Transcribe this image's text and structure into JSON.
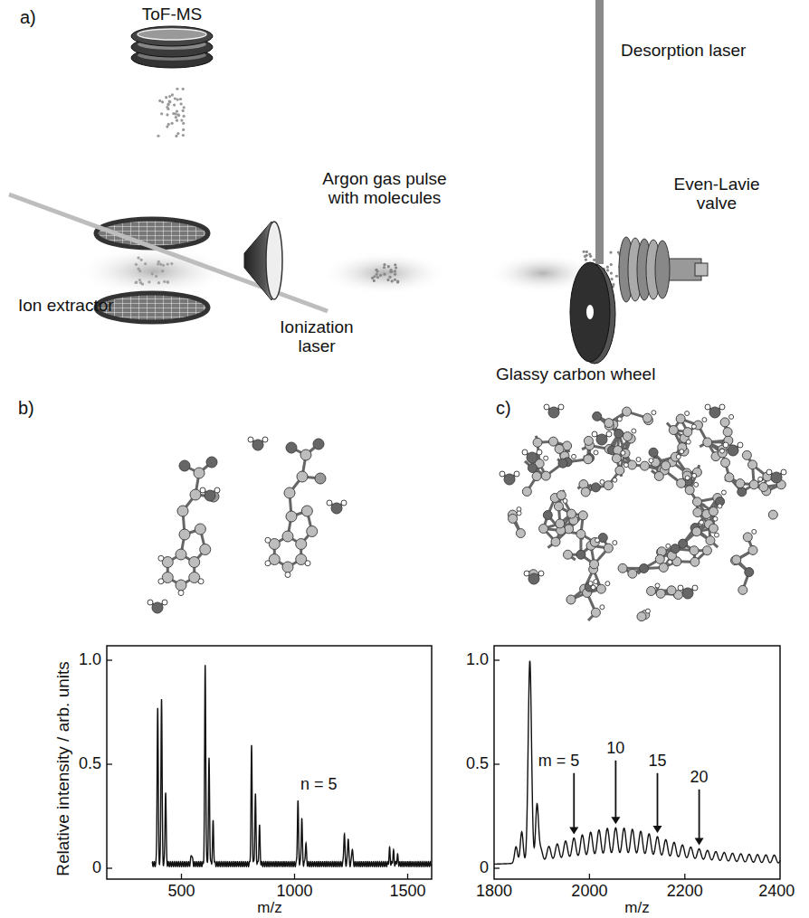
{
  "diagram": {
    "labels": [
      "a)",
      "ToF-MS",
      "Desorption laser",
      "Argon gas pulse with molecules",
      "Even-Lavie valve",
      "Ion extractor",
      "Ionization laser",
      "Glassy carbon wheel",
      "b)",
      "c)",
      "Relative intensity / arb. units",
      "1.0",
      "0.5",
      "0",
      "500",
      "1000",
      "1500",
      "m/z",
      "n = 5",
      "1.0",
      "0.5",
      "0",
      "1800",
      "2000",
      "2200",
      "2400",
      "m/z",
      "m = 5",
      "10",
      "15",
      "20"
    ]
  }
}
